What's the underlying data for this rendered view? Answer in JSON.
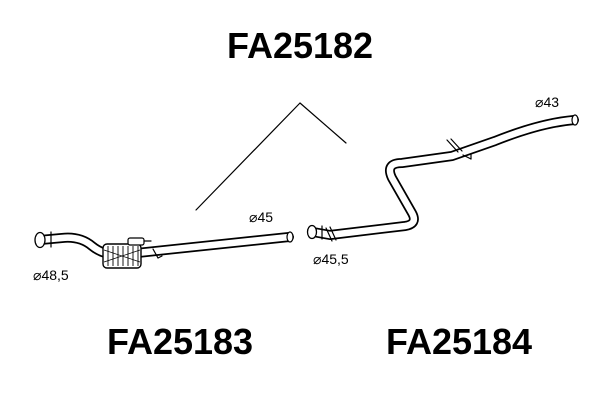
{
  "parts": {
    "top_number": "FA25182",
    "left_number": "FA25183",
    "right_number": "FA25184"
  },
  "dimensions": {
    "left_inlet": "48,5",
    "left_outlet": "45",
    "right_inlet": "45,5",
    "right_outlet": "43"
  },
  "symbols": {
    "diameter": "⌀"
  },
  "colors": {
    "line": "#000000",
    "background": "#ffffff"
  }
}
